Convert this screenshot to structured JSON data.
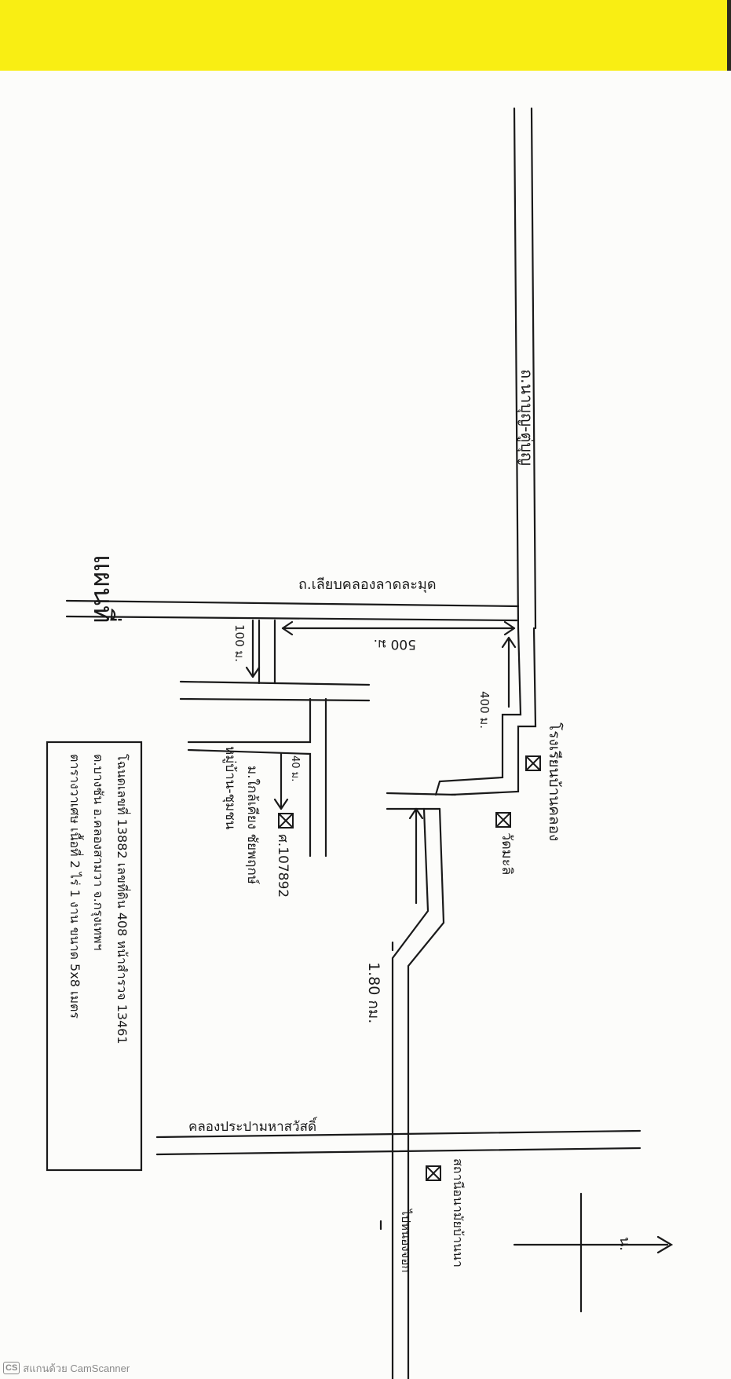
{
  "document": {
    "title": "แผนที่",
    "watermark": {
      "logo": "CS",
      "text": "สแกนด้วย CamScanner"
    }
  },
  "roads": {
    "main_road": "ถ.นาบุญ-ตู่บุญ",
    "upper_road": "ถ.เลียบคลองลาดละมุด",
    "canal": "คลองประปามหาสวัสดิ์",
    "left_road": "ไปหนองจอก"
  },
  "distances": {
    "d500": "500 ม.",
    "d100": "100 ม.",
    "d400": "400 ม.",
    "d40": "40 ม.",
    "d180": "1.80 กม."
  },
  "landmarks": {
    "school": "โรงเรียนบ้านคลอง",
    "temple": "วัดมะลิ",
    "site": "ศ.107892",
    "village_name": "ม.ใกล้เคียง ชัยพฤกษ์",
    "village_sub": "หมู่บ้าน-ชุมชน",
    "bottom_landmark": "สถานีอนามัยบ้านนา"
  },
  "info_box": {
    "line1": "โฉนดเลขที่ 13882 เลขที่ดิน 408 หน้าสำรวจ 13461",
    "line2": "ต.บางชัน อ.คลองสามวา จ.กรุงเทพฯ",
    "line3": "ตารางวาเศษ เนื้อที่ 2 ไร่ 1 งาน ขนาด 5x8 เมตร"
  },
  "compass": {
    "label": "น."
  },
  "colors": {
    "band": "#f9ee13",
    "ink": "#1a1a1a"
  }
}
